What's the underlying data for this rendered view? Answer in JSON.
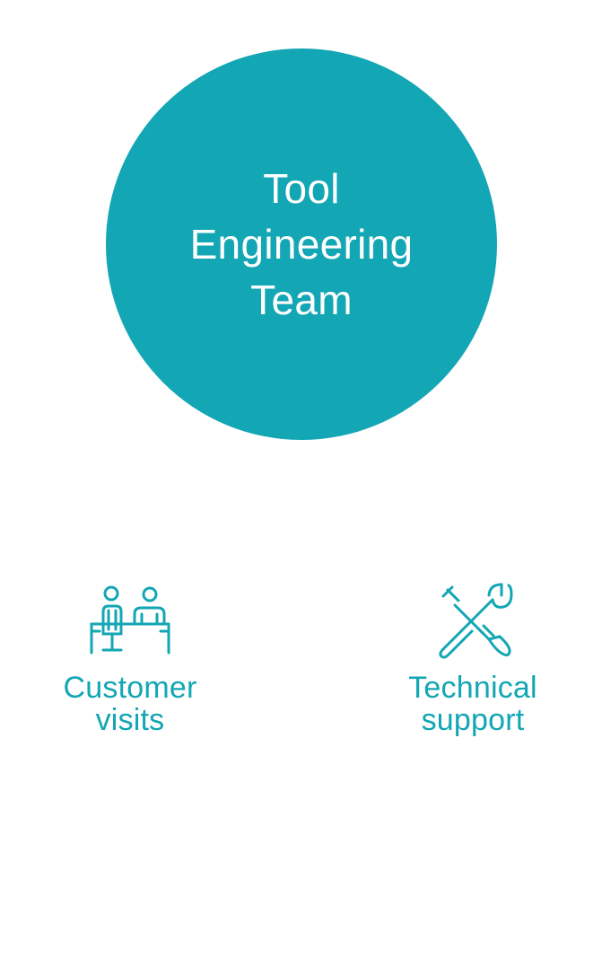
{
  "colors": {
    "accent": "#13a6b4",
    "background": "#ffffff",
    "circle_text": "#ffffff"
  },
  "main_circle": {
    "title_lines": [
      "Tool",
      "Engineering",
      "Team"
    ]
  },
  "features": [
    {
      "icon": "customer-visit-icon",
      "label_lines": [
        "Customer",
        "visits"
      ]
    },
    {
      "icon": "tools-icon",
      "label_lines": [
        "Technical",
        "support"
      ]
    }
  ]
}
